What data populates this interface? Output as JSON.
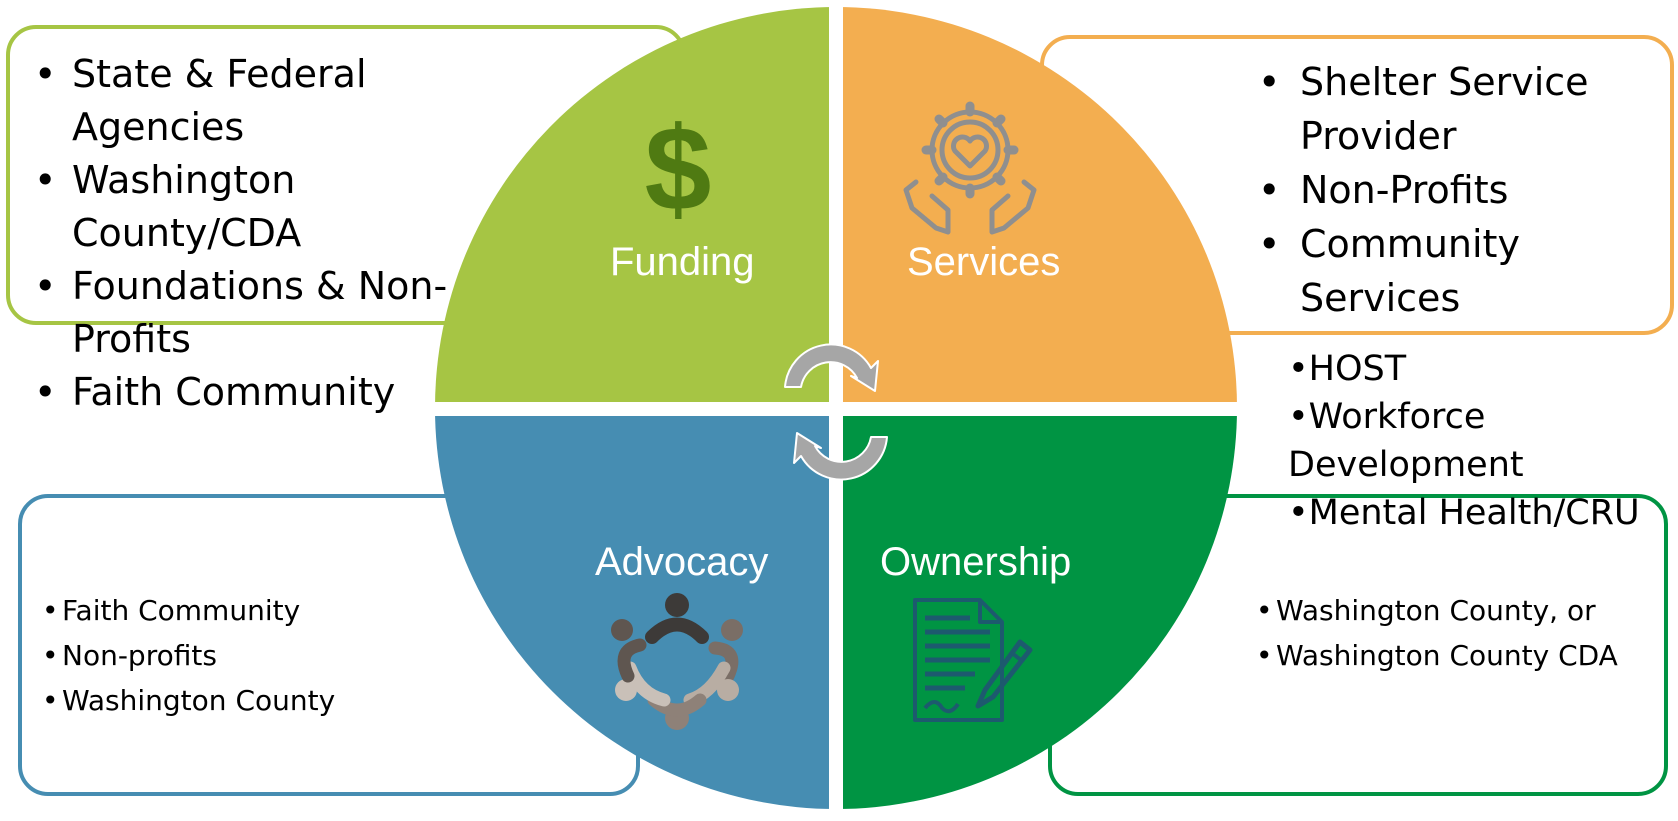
{
  "quadrants": {
    "funding": {
      "label": "Funding",
      "color": "#a6c544",
      "icon": "dollar-sign-icon"
    },
    "services": {
      "label": "Services",
      "color": "#f3ae50",
      "icon": "caring-hands-gear-icon"
    },
    "advocacy": {
      "label": "Advocacy",
      "color": "#468db2",
      "icon": "people-circle-icon"
    },
    "ownership": {
      "label": "Ownership",
      "color": "#009443",
      "icon": "contract-signing-icon"
    }
  },
  "boxes": {
    "funding": {
      "border_color": "#a6c544",
      "items": [
        "State & Federal Agencies",
        "Washington County/CDA",
        "Foundations & Non-Profits",
        "Faith Community"
      ]
    },
    "services": {
      "border_color": "#f3ae50",
      "items": [
        "Shelter Service Provider",
        "Non-Profits",
        "Community Services"
      ],
      "sub_items": [
        "•HOST",
        "•Workforce Development",
        "•Mental Health/CRU"
      ]
    },
    "advocacy": {
      "border_color": "#468db2",
      "items": [
        "Faith Community",
        "Non-profits",
        "Washington County"
      ]
    },
    "ownership": {
      "border_color": "#009443",
      "items": [
        "Washington County, or",
        "Washington County CDA"
      ]
    }
  },
  "cycle_arrows_color": "#a6a6a6"
}
